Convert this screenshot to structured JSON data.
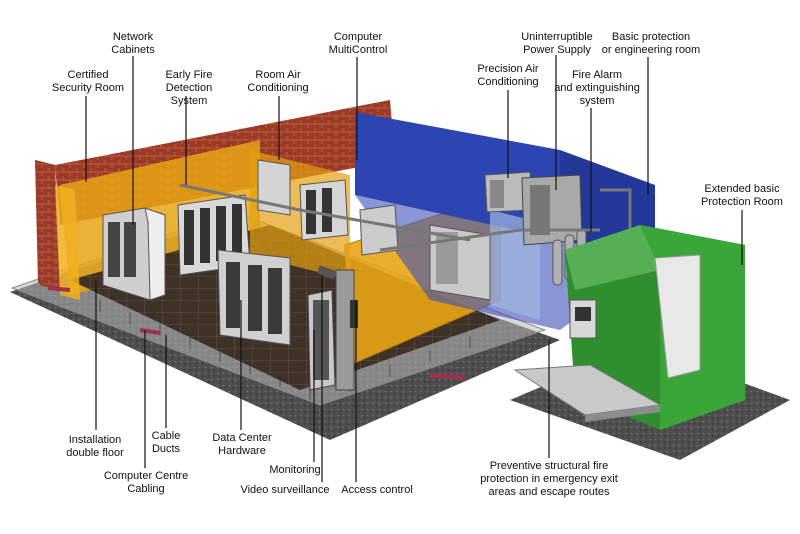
{
  "labels": {
    "network_cabinets": "Network\nCabinets",
    "computer_multicontrol": "Computer\nMultiControl",
    "ups": "Uninterruptible\nPower Supply",
    "basic_protection": "Basic protection\nor engineering room",
    "certified_security_room": "Certified\nSecurity Room",
    "early_fire_detection": "Early Fire\nDetection System",
    "room_air_conditioning": "Room Air\nConditioning",
    "precision_air_conditioning": "Precision Air\nConditioning",
    "fire_alarm": "Fire Alarm\nand extinguishing\nsystem",
    "extended_basic_protection": "Extended basic\nProtection Room",
    "installation_double_floor": "Installation\ndouble floor",
    "cable_ducts": "Cable\nDucts",
    "data_center_hardware": "Data Center\nHardware",
    "computer_centre_cabling": "Computer Centre\nCabling",
    "monitoring": "Monitoring",
    "video_surveillance": "Video surveillance",
    "access_control": "Access control",
    "preventive_fire_protection": "Preventive structural fire\nprotection in emergency exit\nareas and escape routes"
  },
  "colors": {
    "brick": "#9b3a26",
    "yellow_room": "#e8a515",
    "blue_room": "#2d45b0",
    "green_room": "#2f8f2f",
    "floor": "#5a5a5a",
    "cabinet": "#d9d9d9"
  }
}
